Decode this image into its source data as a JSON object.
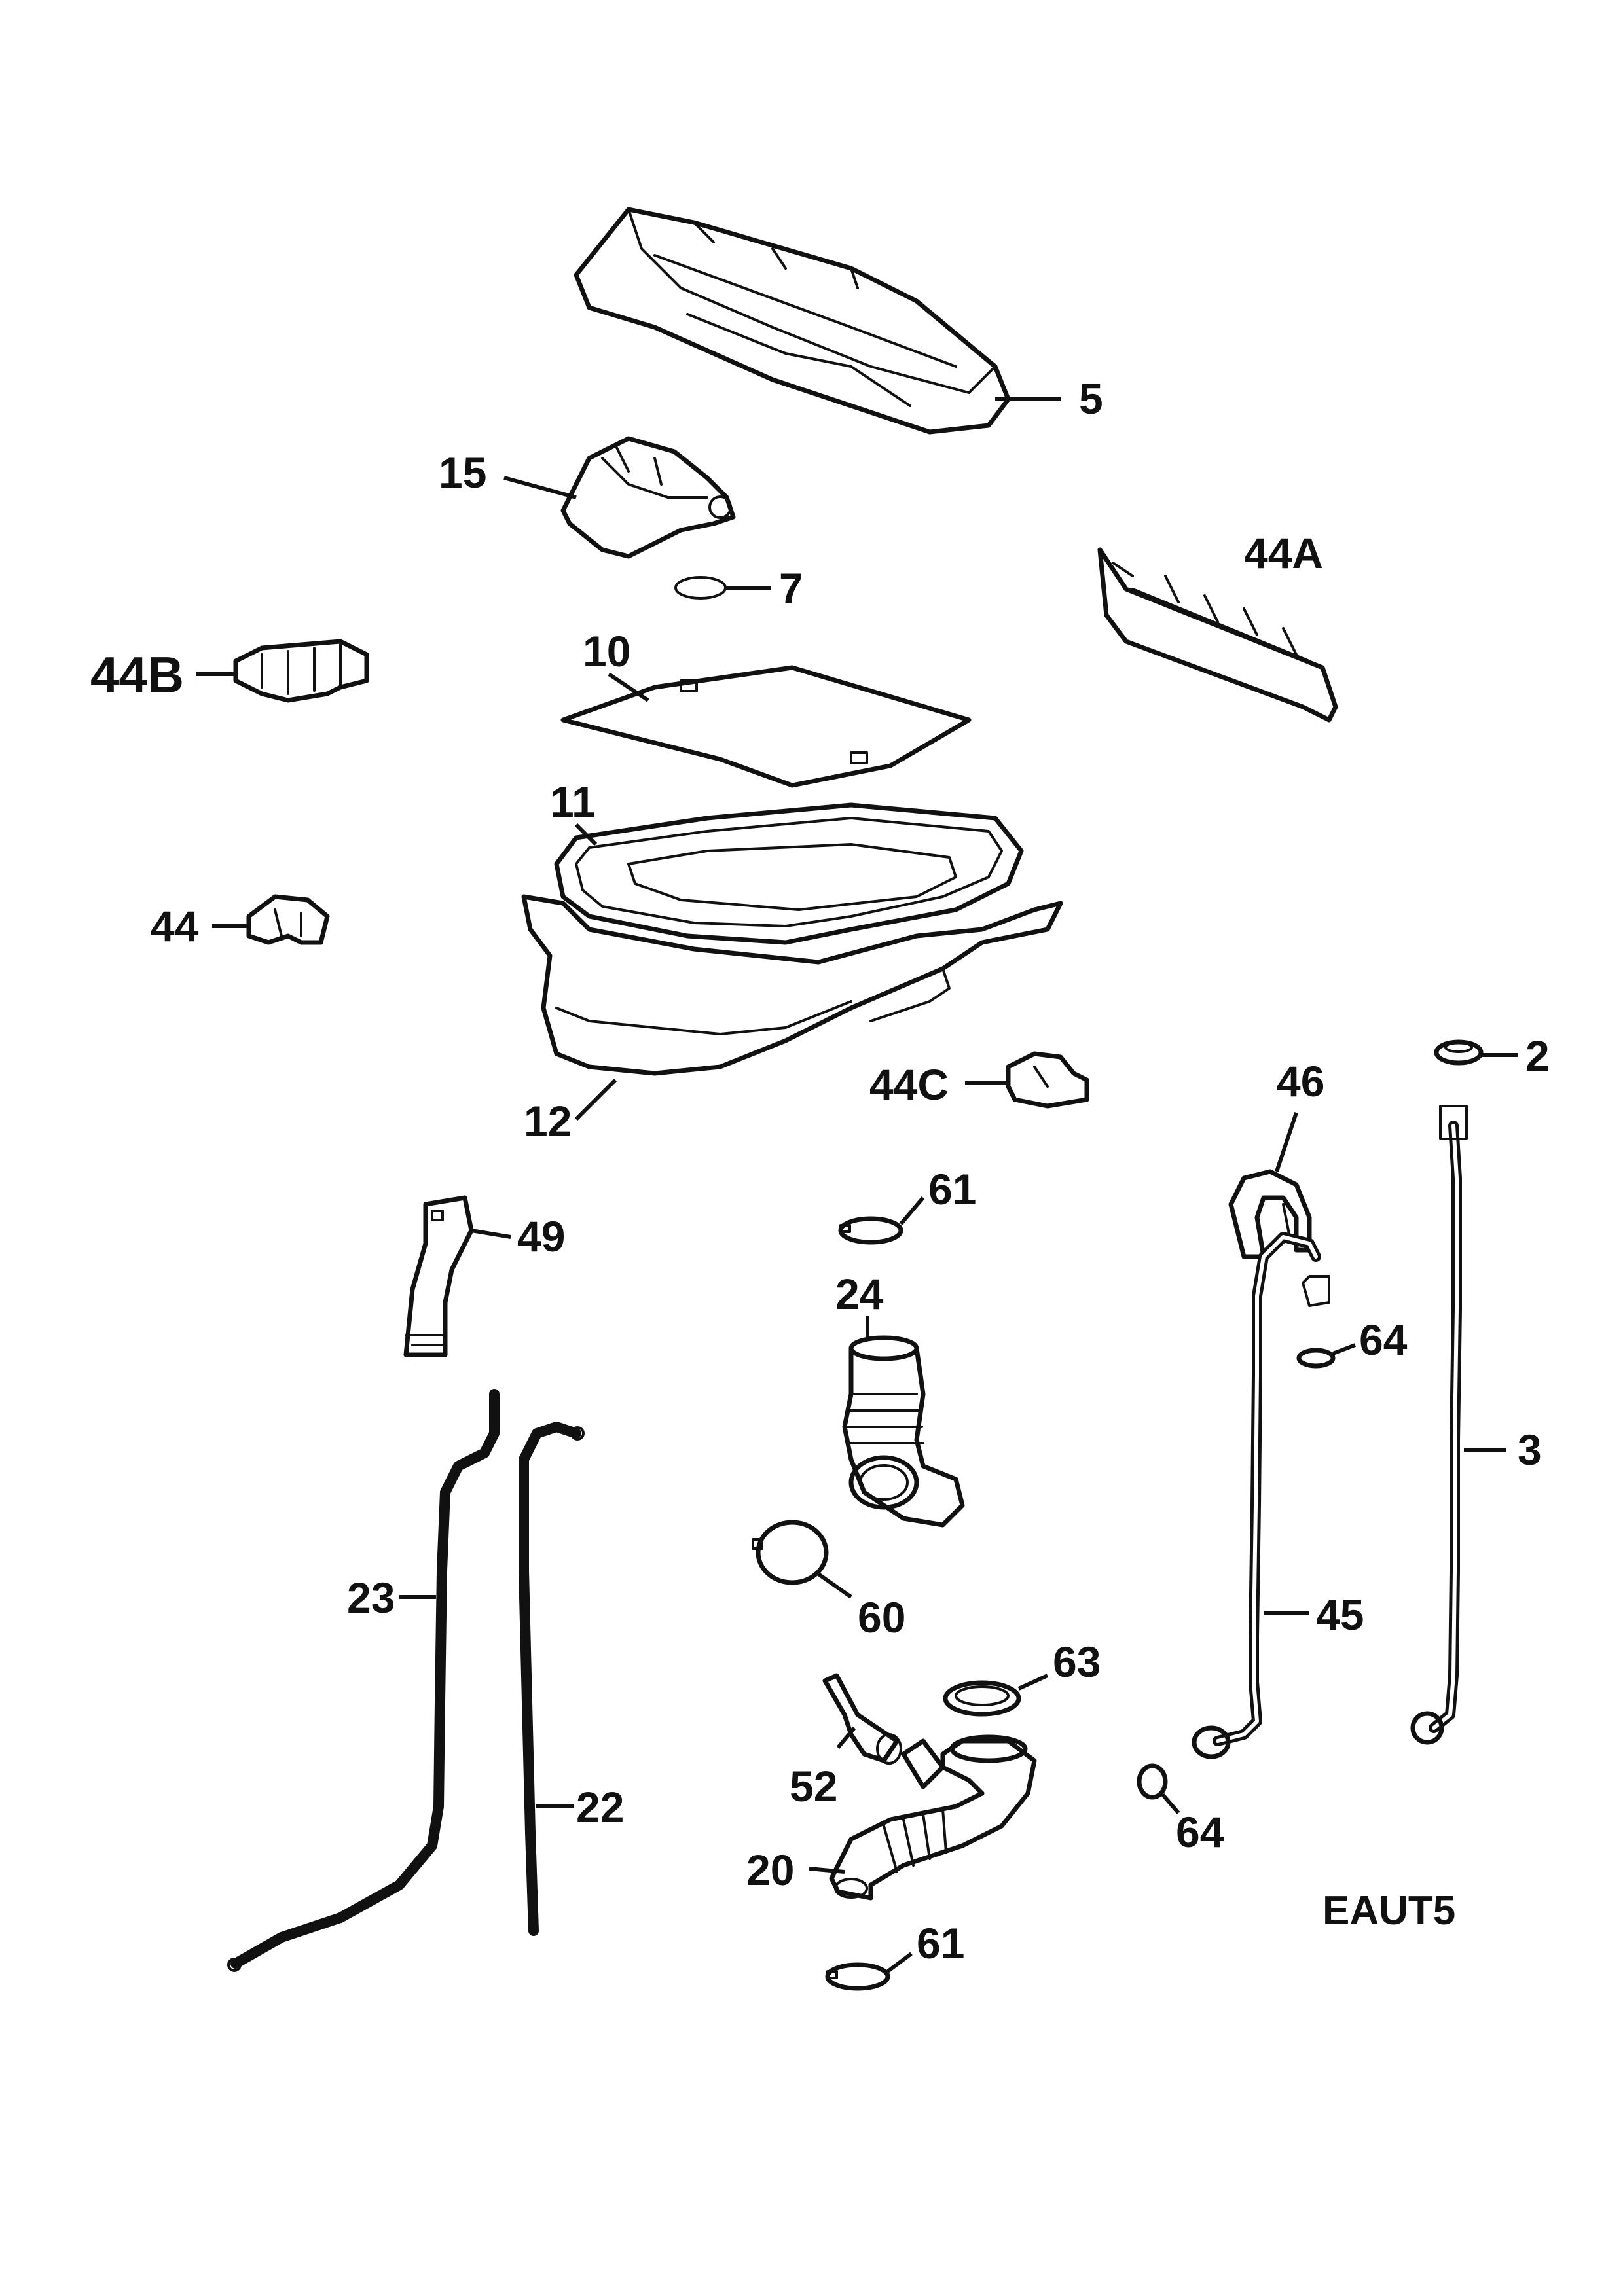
{
  "diagram": {
    "code": "EAUT5",
    "callouts": {
      "c5": "5",
      "c15": "15",
      "c7": "7",
      "c44a": "44A",
      "c44b": "44B",
      "c10": "10",
      "c11": "11",
      "c44": "44",
      "c12": "12",
      "c44c": "44C",
      "c46": "46",
      "c2": "2",
      "c61_top": "61",
      "c49": "49",
      "c24": "24",
      "c64_upper": "64",
      "c3": "3",
      "c23": "23",
      "c60": "60",
      "c45": "45",
      "c63": "63",
      "c52": "52",
      "c64_lower": "64",
      "c22": "22",
      "c20": "20",
      "c61_bottom": "61"
    }
  }
}
